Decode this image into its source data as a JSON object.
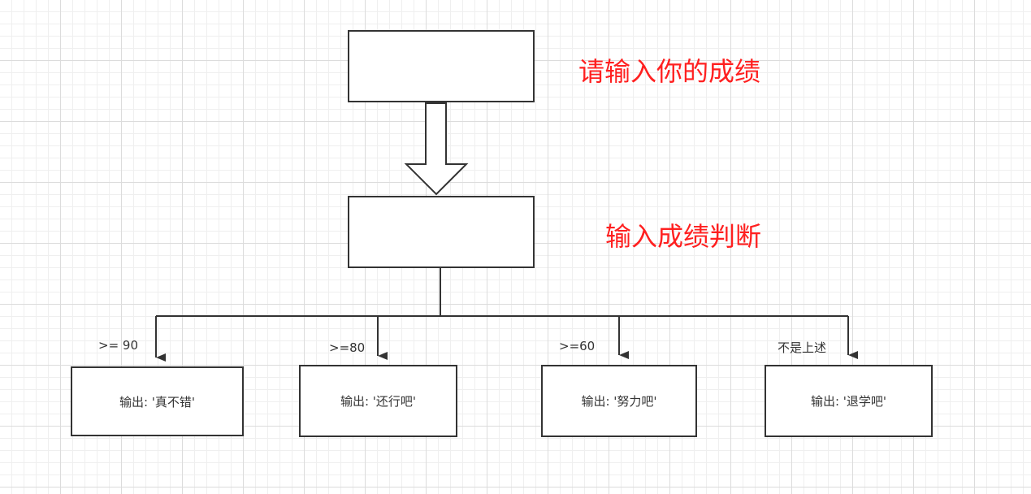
{
  "steps": {
    "input_prompt": "请输入你的成绩",
    "judge": "输入成绩判断"
  },
  "branches": [
    {
      "condition": ">= 90",
      "output": "输出: '真不错'"
    },
    {
      "condition": ">=80",
      "output": "输出: '还行吧'"
    },
    {
      "condition": ">=60",
      "output": "输出: '努力吧'"
    },
    {
      "condition": "不是上述",
      "output": "输出: '退学吧'"
    }
  ],
  "colors": {
    "label_red": "#ff2020",
    "stroke": "#333333"
  }
}
